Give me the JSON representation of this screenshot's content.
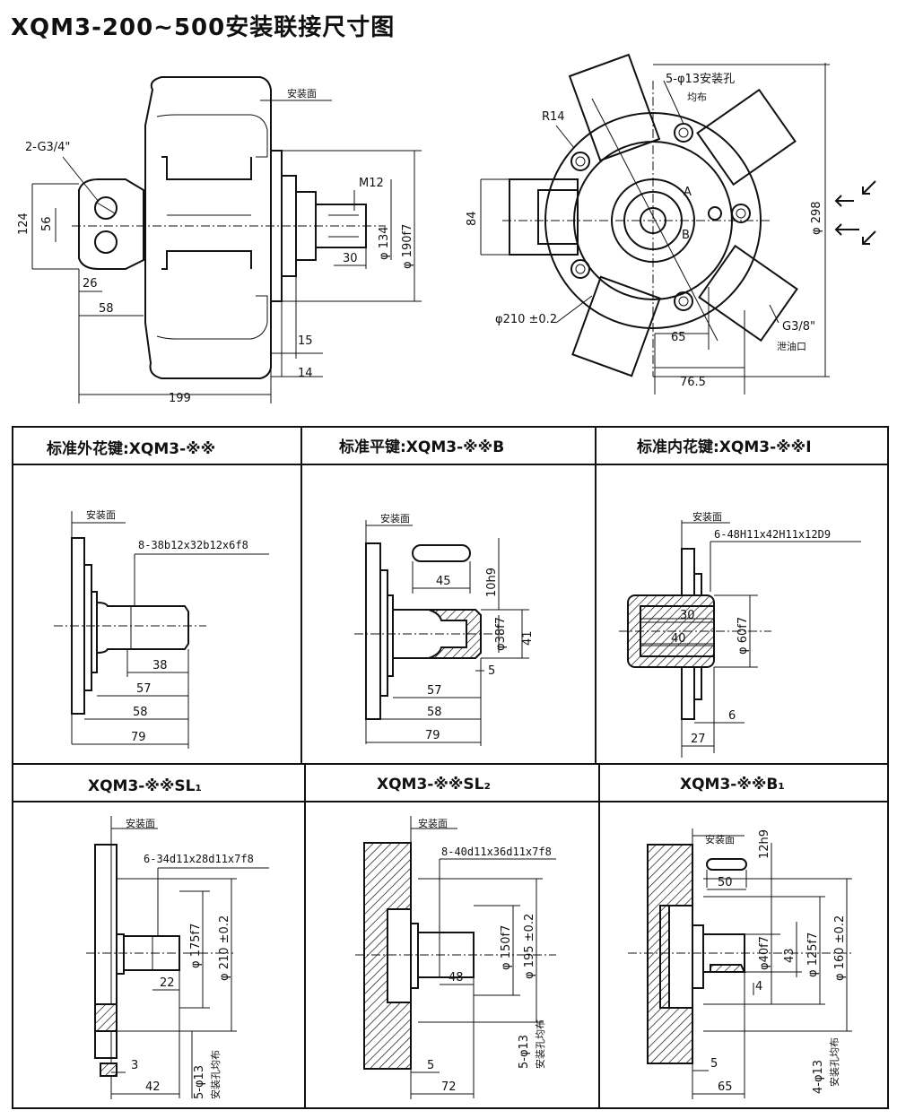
{
  "title": "XQM3-200~500安装联接尺寸图",
  "top_left": {
    "mount_face": "安装面",
    "port": "2-G3/4\"",
    "thread": "M12",
    "dims": [
      "124",
      "56",
      "26",
      "58",
      "30",
      "φ 134",
      "φ 190f7",
      "15",
      "14",
      "199"
    ]
  },
  "top_right": {
    "holes": "5-φ13安装孔",
    "holes_note": "均布",
    "radius": "R14",
    "dims": [
      "84",
      "φ 298",
      "φ210 ±0.2",
      "65",
      "76.5"
    ],
    "markA": "A",
    "markB": "B",
    "drain": "G3/8\"",
    "drain_note": "泄油口"
  },
  "panels": [
    {
      "header": "标准外花键:XQM3-※※",
      "mount": "安装面",
      "spec": "8-38b12x32b12x6f8",
      "dims": [
        "38",
        "57",
        "58",
        "79"
      ]
    },
    {
      "header": "标准平键:XQM3-※※B",
      "mount": "安装面",
      "dims": [
        "45",
        "10h9",
        "φ38f7",
        "41",
        "5",
        "57",
        "58",
        "79"
      ]
    },
    {
      "header": "标准内花键:XQM3-※※I",
      "mount": "安装面",
      "spec": "6-48H11x42H11x12D9",
      "dims": [
        "30",
        "40",
        "φ 60f7",
        "6",
        "27"
      ]
    },
    {
      "header": "XQM3-※※SL₁",
      "mount": "安装面",
      "spec": "6-34d11x28d11x7f8",
      "dims": [
        "φ 175f7",
        "φ 210 ±0.2",
        "22",
        "3",
        "42",
        "5-φ13",
        "安装孔均布"
      ]
    },
    {
      "header": "XQM3-※※SL₂",
      "mount": "安装面",
      "spec": "8-40d11x36d11x7f8",
      "dims": [
        "φ 150f7",
        "φ 195 ±0.2",
        "48",
        "5",
        "72",
        "5-φ13",
        "安装孔均布"
      ]
    },
    {
      "header": "XQM3-※※B₁",
      "mount": "安装面",
      "dims": [
        "12h9",
        "50",
        "φ40f7",
        "43",
        "φ 125f7",
        "φ 160 ±0.2",
        "4",
        "5",
        "65",
        "4-φ13",
        "安装孔均布"
      ]
    }
  ]
}
